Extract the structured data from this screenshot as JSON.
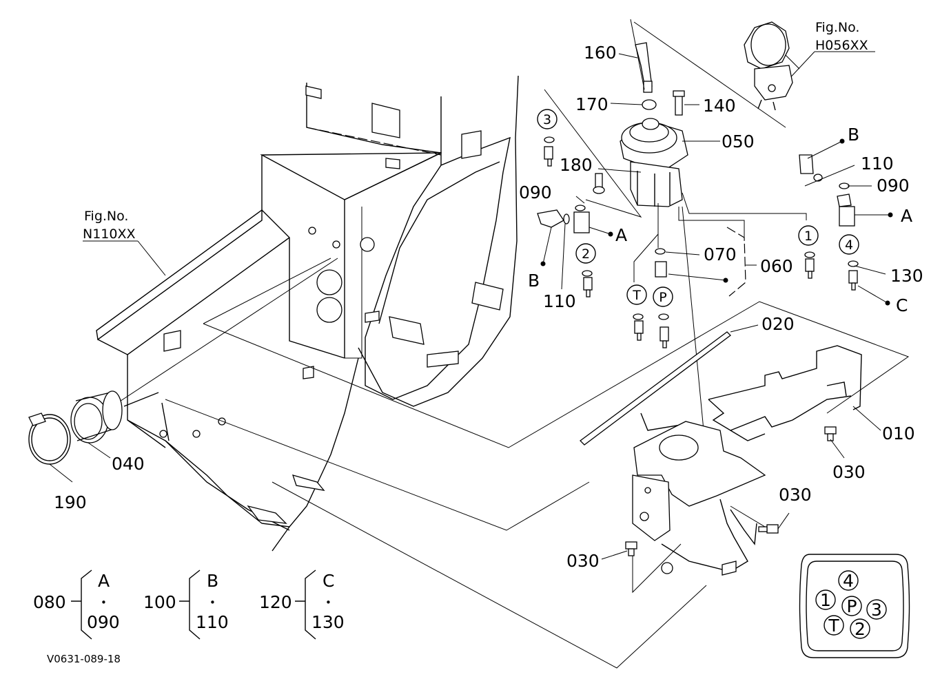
{
  "figure_refs": [
    {
      "title": "Fig.No.",
      "code": "N110XX"
    },
    {
      "title": "Fig.No.",
      "code": "H056XX"
    }
  ],
  "part_numbers": {
    "p010": "010",
    "p020": "020",
    "p030a": "030",
    "p030b": "030",
    "p030c": "030",
    "p040": "040",
    "p050": "050",
    "p060": "060",
    "p070": "070",
    "p090a": "090",
    "p090b": "090",
    "p110a": "110",
    "p110b": "110",
    "p130": "130",
    "p140": "140",
    "p160": "160",
    "p170": "170",
    "p180": "180",
    "p190": "190"
  },
  "port_markers": {
    "m1": "1",
    "m2": "2",
    "m3": "3",
    "m4": "4",
    "mT": "T",
    "mP": "P"
  },
  "connection_letters": {
    "A1": "A",
    "A2": "A",
    "B1": "B",
    "B2": "B",
    "C1": "C"
  },
  "kits": [
    {
      "number": "080",
      "letter": "A",
      "dot": "•",
      "item": "090"
    },
    {
      "number": "100",
      "letter": "B",
      "dot": "•",
      "item": "110"
    },
    {
      "number": "120",
      "letter": "C",
      "dot": "•",
      "item": "130"
    }
  ],
  "port_layout_labels": {
    "top": "4",
    "left": "1",
    "center": "P",
    "right": "3",
    "bottom_left": "T",
    "bottom_right": "2"
  },
  "drawing_code": "V0631-089-18"
}
